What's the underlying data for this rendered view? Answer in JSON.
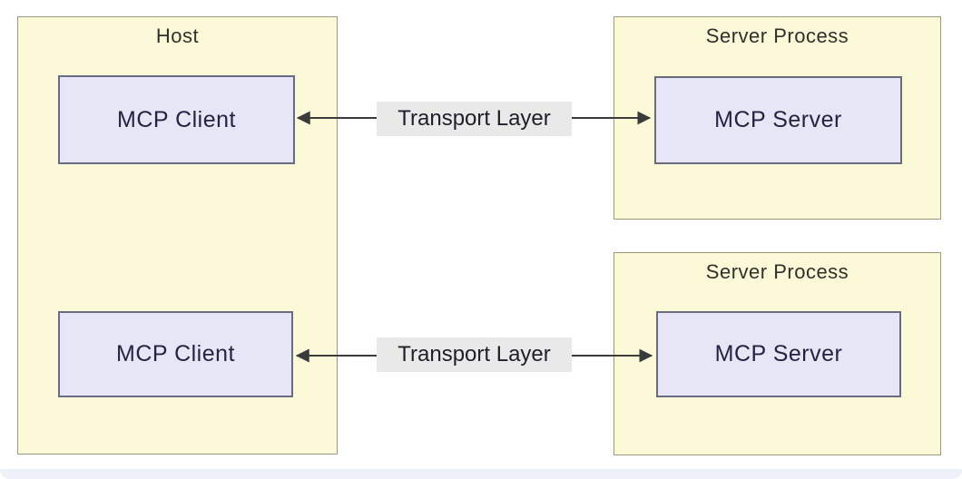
{
  "colors": {
    "page_bg": "#ffffff",
    "container_fill": "#fbf9d8",
    "container_border": "#9c9a78",
    "node_fill": "#e6e6f7",
    "node_border": "#6a6a80",
    "node_text": "#262243",
    "title_text": "#32302a",
    "arrow": "#3b3b3b",
    "label_bg": "#e9e9e9",
    "label_text": "#1f1f28",
    "footer_strip": "#eef2f8"
  },
  "host": {
    "title": "Host",
    "clients": [
      {
        "label": "MCP Client"
      },
      {
        "label": "MCP Client"
      }
    ]
  },
  "server_processes": [
    {
      "title": "Server Process",
      "server_label": "MCP Server"
    },
    {
      "title": "Server Process",
      "server_label": "MCP Server"
    }
  ],
  "connections": [
    {
      "label": "Transport Layer"
    },
    {
      "label": "Transport Layer"
    }
  ]
}
